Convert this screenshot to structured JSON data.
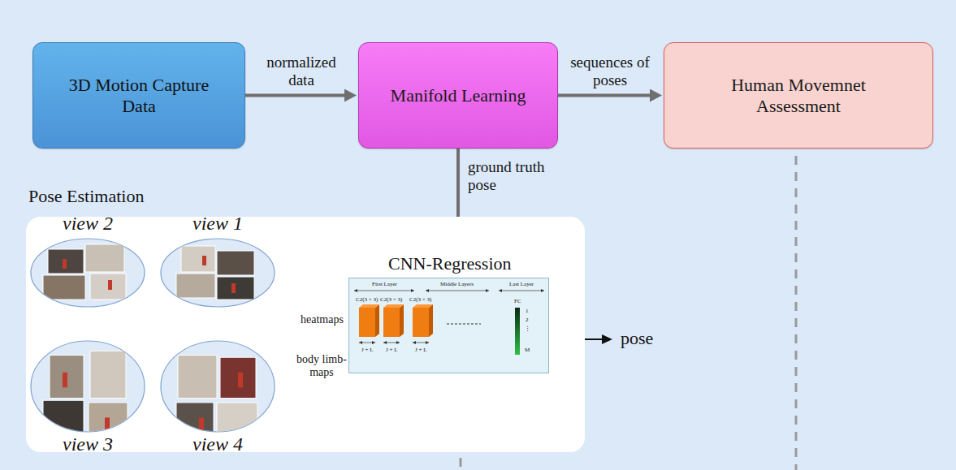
{
  "diagram": {
    "nodes": [
      {
        "text": [
          "3D Motion Capture Data"
        ]
      },
      {
        "text": [
          "Manifold Learning"
        ]
      },
      {
        "text": [
          "Human Movemnet Assessment"
        ]
      },
      {
        "text": [
          "Pose Estimation"
        ]
      },
      {
        "text": [
          "view 2"
        ],
        "in": 3
      },
      {
        "text": [
          "view 1"
        ],
        "in": 3
      },
      {
        "text": [
          "view 3"
        ],
        "in": 3
      },
      {
        "text": [
          "view 4"
        ],
        "in": 3
      },
      {
        "text": [
          "CNN-Regression"
        ],
        "in": 3
      }
    ],
    "edges": [
      {
        "from": 0,
        "to": 1,
        "arrow": "to",
        "label": "normalized data"
      },
      {
        "from": 1,
        "to": 2,
        "arrow": "to",
        "label": "sequences of poses"
      },
      {
        "from": 1,
        "to": 8,
        "arrow": "to",
        "label": "ground truth pose"
      }
    ],
    "labels": [
      "heatmaps",
      "body limb-maps",
      "First Layer",
      "Middle Layers",
      "Last Layer",
      "C2(3 × 3)",
      "C2(3 × 3)",
      "C2(3 × 3)",
      "J + L",
      "J + L",
      "J + L",
      "FC",
      "1",
      "2",
      "⋮",
      "M",
      "pose"
    ]
  }
}
